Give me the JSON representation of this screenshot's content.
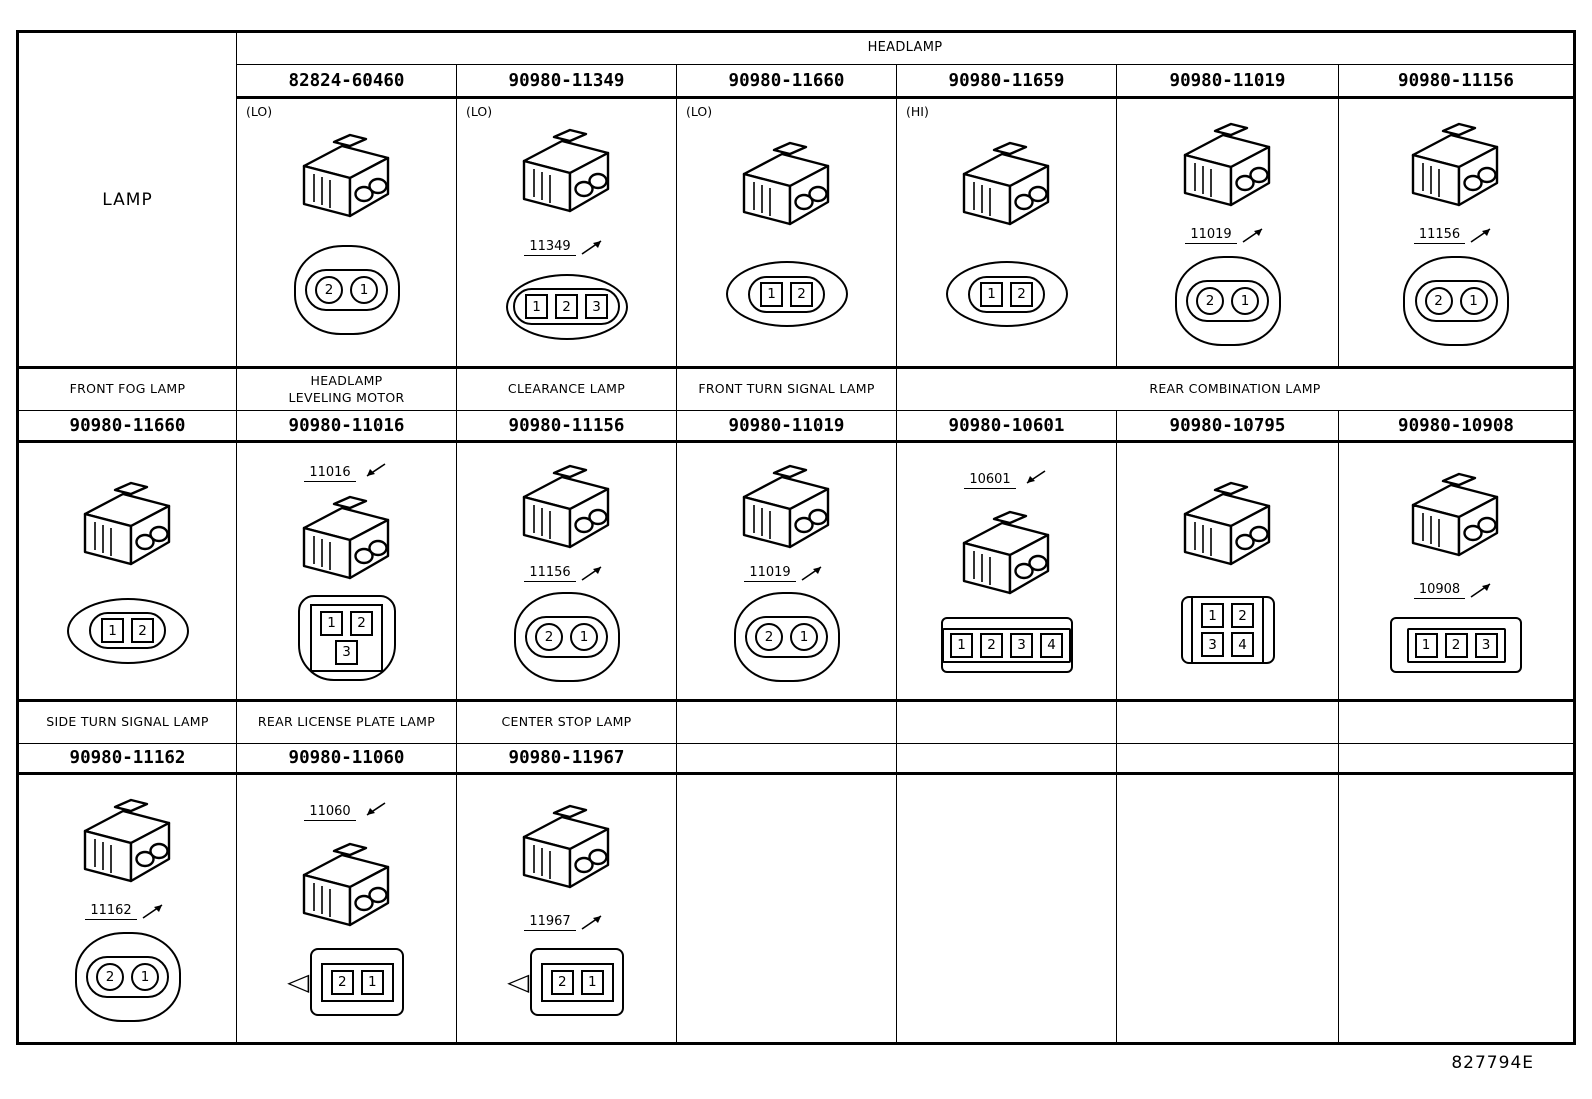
{
  "page": {
    "footer_code": "827794E"
  },
  "table": {
    "band1": {
      "row_label": "LAMP",
      "header": "HEADLAMP",
      "columns": [
        {
          "part_number": "82824-60460",
          "orientation": "(LO)",
          "callout": null,
          "front": {
            "shape": "round",
            "pin_style": "circle",
            "pins": [
              [
                "2",
                "1"
              ]
            ]
          }
        },
        {
          "part_number": "90980-11349",
          "orientation": "(LO)",
          "callout": "11349",
          "callout_pos": "bottom",
          "front": {
            "shape": "oval",
            "pin_style": "box",
            "pins": [
              [
                "1",
                "2",
                "3"
              ]
            ]
          }
        },
        {
          "part_number": "90980-11660",
          "orientation": "(LO)",
          "callout": null,
          "front": {
            "shape": "oval",
            "pin_style": "box",
            "pins": [
              [
                "1",
                "2"
              ]
            ]
          }
        },
        {
          "part_number": "90980-11659",
          "orientation": "(HI)",
          "callout": null,
          "front": {
            "shape": "oval",
            "pin_style": "box",
            "pins": [
              [
                "1",
                "2"
              ]
            ]
          }
        },
        {
          "part_number": "90980-11019",
          "orientation": null,
          "callout": "11019",
          "callout_pos": "bottom",
          "front": {
            "shape": "round",
            "pin_style": "circle",
            "pins": [
              [
                "2",
                "1"
              ]
            ]
          }
        },
        {
          "part_number": "90980-11156",
          "orientation": null,
          "callout": "11156",
          "callout_pos": "bottom",
          "front": {
            "shape": "round",
            "pin_style": "circle",
            "pins": [
              [
                "2",
                "1"
              ]
            ]
          }
        }
      ]
    },
    "band2": {
      "groups": [
        {
          "label": "FRONT FOG LAMP"
        },
        {
          "label": "HEADLAMP\nLEVELING MOTOR"
        },
        {
          "label": "CLEARANCE LAMP"
        },
        {
          "label": "FRONT TURN SIGNAL LAMP"
        },
        {
          "label": "REAR COMBINATION LAMP"
        }
      ],
      "columns": [
        {
          "part_number": "90980-11660",
          "orientation": null,
          "callout": null,
          "front": {
            "shape": "oval",
            "pin_style": "box",
            "pins": [
              [
                "1",
                "2"
              ]
            ]
          }
        },
        {
          "part_number": "90980-11016",
          "orientation": null,
          "callout": "11016",
          "callout_pos": "top",
          "front": {
            "shape": "tri",
            "pin_style": "box",
            "pins": [
              [
                "1",
                "2"
              ],
              [
                "3"
              ]
            ]
          }
        },
        {
          "part_number": "90980-11156",
          "orientation": null,
          "callout": "11156",
          "callout_pos": "bottom",
          "front": {
            "shape": "round",
            "pin_style": "circle",
            "pins": [
              [
                "2",
                "1"
              ]
            ]
          }
        },
        {
          "part_number": "90980-11019",
          "orientation": null,
          "callout": "11019",
          "callout_pos": "bottom",
          "front": {
            "shape": "round",
            "pin_style": "circle",
            "pins": [
              [
                "2",
                "1"
              ]
            ]
          }
        },
        {
          "part_number": "90980-10601",
          "orientation": null,
          "callout": "10601",
          "callout_pos": "top",
          "front": {
            "shape": "rect",
            "pin_style": "box",
            "pins": [
              [
                "1",
                "2",
                "3",
                "4"
              ]
            ]
          }
        },
        {
          "part_number": "90980-10795",
          "orientation": null,
          "callout": null,
          "front": {
            "shape": "square",
            "pin_style": "box",
            "pins": [
              [
                "1",
                "2"
              ],
              [
                "3",
                "4"
              ]
            ]
          }
        },
        {
          "part_number": "90980-10908",
          "orientation": null,
          "callout": "10908",
          "callout_pos": "bottom",
          "front": {
            "shape": "rect",
            "pin_style": "box",
            "pins": [
              [
                "1",
                "2",
                "3"
              ]
            ]
          }
        }
      ]
    },
    "band3": {
      "groups": [
        {
          "label": "SIDE TURN SIGNAL LAMP"
        },
        {
          "label": "REAR LICENSE PLATE LAMP"
        },
        {
          "label": "CENTER STOP LAMP"
        },
        {
          "label": ""
        },
        {
          "label": ""
        },
        {
          "label": ""
        },
        {
          "label": ""
        }
      ],
      "columns": [
        {
          "part_number": "90980-11162",
          "orientation": null,
          "callout": "11162",
          "callout_pos": "bottom",
          "front": {
            "shape": "round",
            "pin_style": "circle",
            "pins": [
              [
                "2",
                "1"
              ]
            ]
          }
        },
        {
          "part_number": "90980-11060",
          "orientation": null,
          "callout": "11060",
          "callout_pos": "top",
          "front": {
            "shape": "square",
            "pin_style": "box",
            "pins": [
              [
                "2",
                "1"
              ]
            ],
            "clip": true
          }
        },
        {
          "part_number": "90980-11967",
          "orientation": null,
          "callout": "11967",
          "callout_pos": "bottom",
          "front": {
            "shape": "square",
            "pin_style": "box",
            "pins": [
              [
                "2",
                "1"
              ]
            ],
            "clip": true
          }
        },
        null,
        null,
        null,
        null
      ]
    }
  }
}
